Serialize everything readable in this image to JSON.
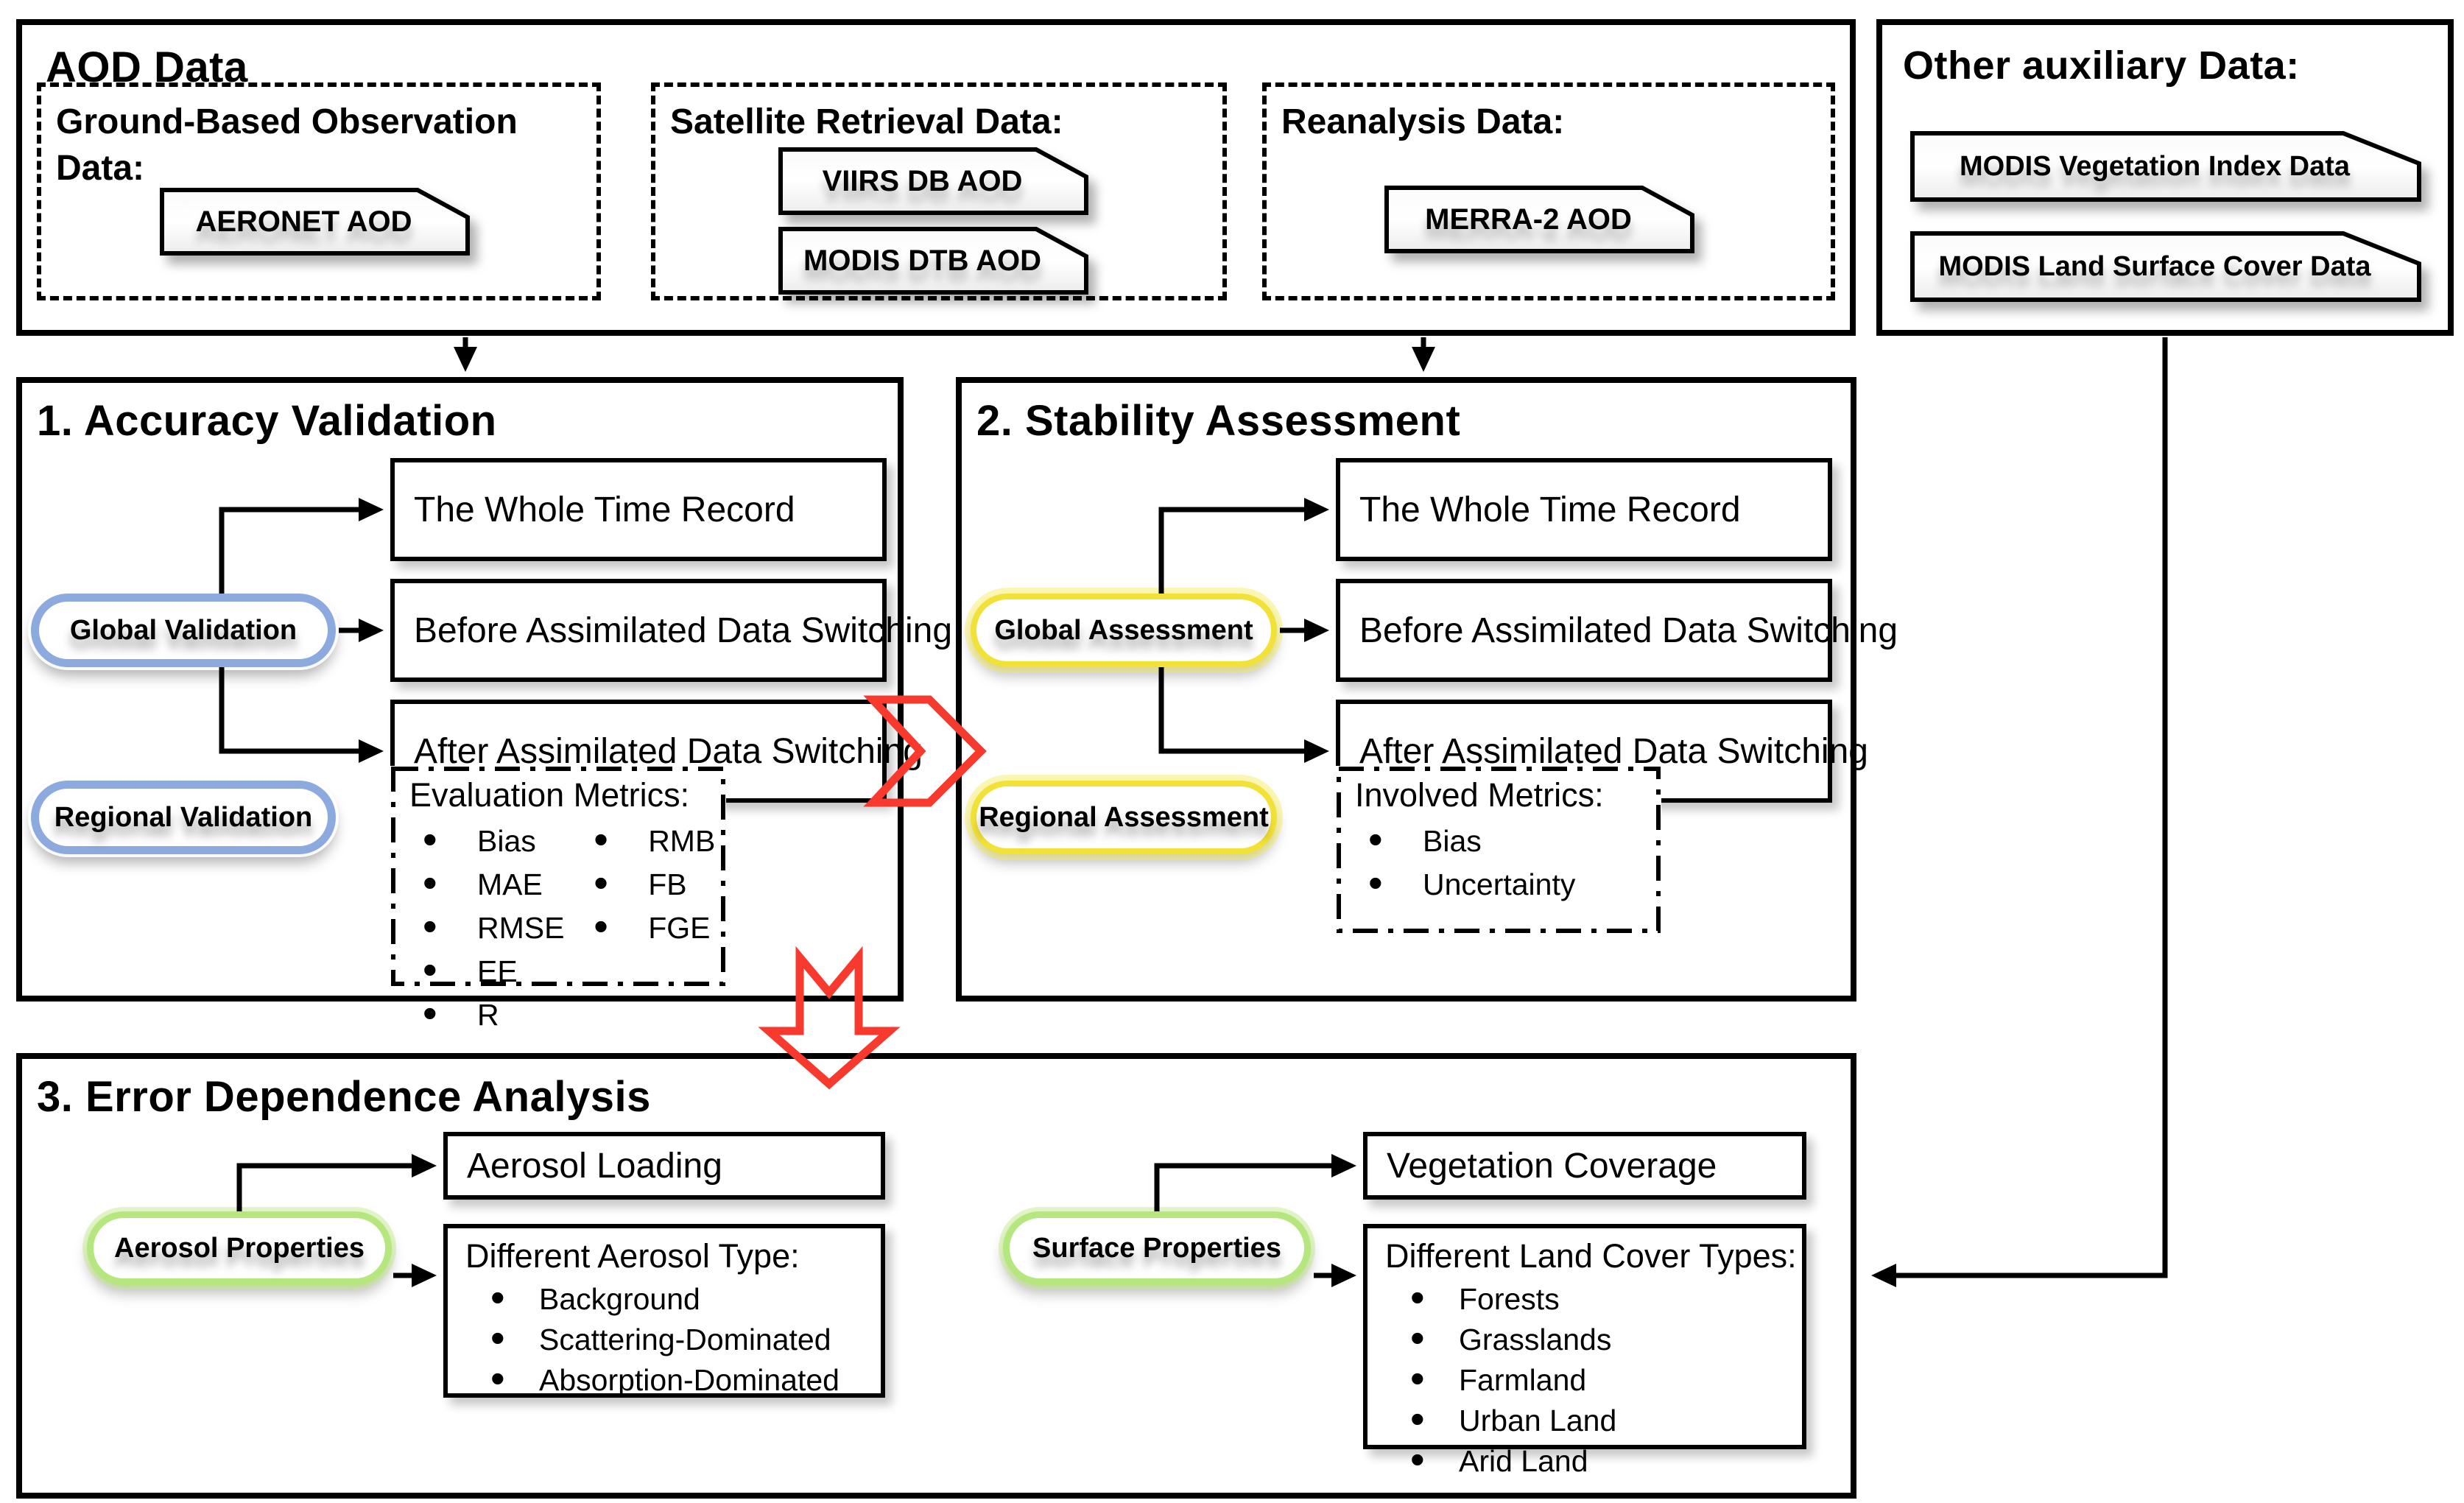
{
  "colors": {
    "pill_blue": "#8caade",
    "pill_yellow": "#f2e136",
    "pill_green": "#b5e77e",
    "arrow_red": "#f8392d",
    "line_black": "#000000"
  },
  "aod": {
    "title": "AOD Data",
    "ground": {
      "title": "Ground-Based Observation Data:",
      "tag": "AERONET AOD"
    },
    "satellite": {
      "title": "Satellite Retrieval Data:",
      "tags": [
        "VIIRS DB AOD",
        "MODIS DTB AOD"
      ]
    },
    "reanalysis": {
      "title": "Reanalysis Data:",
      "tag": "MERRA-2 AOD"
    }
  },
  "auxiliary": {
    "title": "Other auxiliary Data:",
    "tags": [
      "MODIS Vegetation Index Data",
      "MODIS Land Surface Cover Data"
    ]
  },
  "step1": {
    "title": "1. Accuracy Validation",
    "global_pill": "Global Validation",
    "regional_pill": "Regional  Validation",
    "boxes": [
      "The Whole Time Record",
      "Before Assimilated Data Switching",
      "After Assimilated Data Switching"
    ],
    "metrics": {
      "title": "Evaluation Metrics:",
      "col1": [
        "Bias",
        "MAE",
        "RMSE",
        "EE",
        "R"
      ],
      "col2": [
        "RMB",
        "FB",
        "FGE"
      ]
    }
  },
  "step2": {
    "title": "2. Stability Assessment",
    "global_pill": "Global Assessment",
    "regional_pill": "Regional  Assessment",
    "boxes": [
      "The Whole Time Record",
      "Before Assimilated Data Switching",
      "After Assimilated Data Switching"
    ],
    "metrics": {
      "title": "Involved Metrics:",
      "items": [
        "Bias",
        "Uncertainty"
      ]
    }
  },
  "step3": {
    "title": "3. Error Dependence Analysis",
    "aerosol": {
      "pill": "Aerosol Properties",
      "loading_box": "Aerosol Loading",
      "type_title": "Different Aerosol Type:",
      "types": [
        "Background",
        "Scattering-Dominated",
        "Absorption-Dominated"
      ]
    },
    "surface": {
      "pill": "Surface Properties",
      "coverage_box": "Vegetation Coverage",
      "type_title": "Different Land Cover Types:",
      "types": [
        "Forests",
        "Grasslands",
        "Farmland",
        "Urban Land",
        "Arid Land"
      ]
    }
  }
}
